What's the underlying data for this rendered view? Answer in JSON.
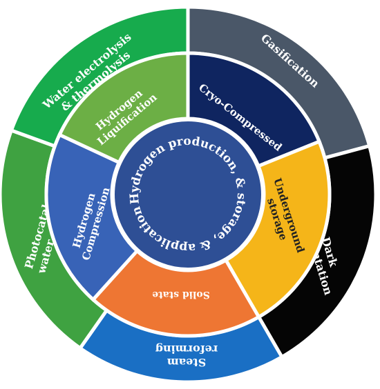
{
  "center": {
    "label": "Hydrogen production, & storage, & application",
    "fill": "#2E4F95"
  },
  "outer_ring": [
    {
      "id": "gasification",
      "lines": [
        "Gasification"
      ],
      "fill": "#4A5768"
    },
    {
      "id": "dark-fermentation",
      "lines": [
        "Dark",
        "fermentation"
      ],
      "fill": "#050505"
    },
    {
      "id": "steam-reforming",
      "lines": [
        "Steam",
        "reforming"
      ],
      "fill": "#1A6FC4"
    },
    {
      "id": "photocatalytic",
      "lines": [
        "Photocatalytic",
        "water splitting"
      ],
      "fill": "#3FA241"
    },
    {
      "id": "water-electrolysis",
      "lines": [
        "Water electrolysis",
        "& thermolysis"
      ],
      "fill": "#17AB4D"
    }
  ],
  "inner_ring": [
    {
      "id": "cryo-compressed",
      "lines": [
        "Cryo-Compressed"
      ],
      "fill": "#0F2560"
    },
    {
      "id": "underground-storage",
      "lines": [
        "Underground",
        "storage"
      ],
      "fill": "#F5B519"
    },
    {
      "id": "solid-state",
      "lines": [
        "Solid state"
      ],
      "fill": "#EE7633"
    },
    {
      "id": "hydrogen-compression",
      "lines": [
        "Hydrogen",
        "Compression"
      ],
      "fill": "#3863B7"
    },
    {
      "id": "hydrogen-liquification",
      "lines": [
        "Hydrogen",
        "Liquification"
      ],
      "fill": "#6CAF45"
    }
  ]
}
